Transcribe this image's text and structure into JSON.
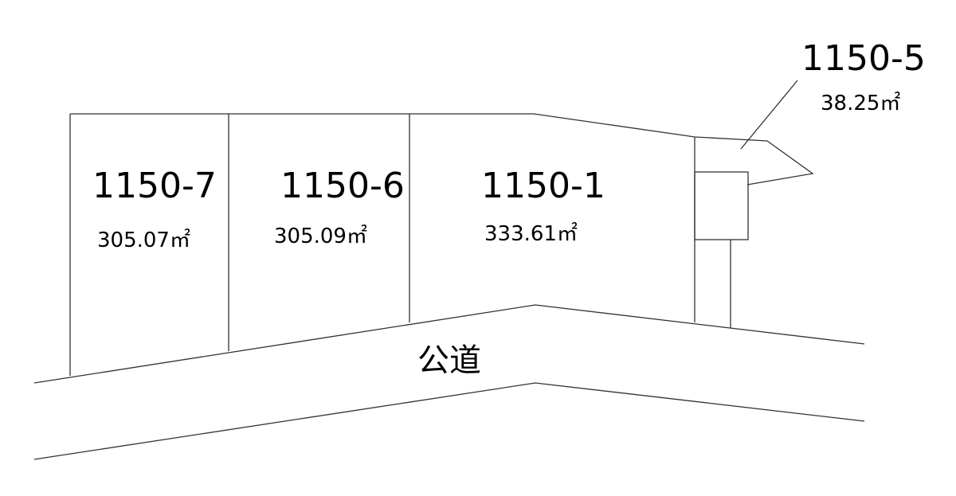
{
  "lots": [
    {
      "id": "1150-7",
      "area": "305.07㎡"
    },
    {
      "id": "1150-6",
      "area": "305.09㎡"
    },
    {
      "id": "1150-1",
      "area": "333.61㎡"
    },
    {
      "id": "1150-5",
      "area": "38.25㎡"
    }
  ],
  "road_label": "公道"
}
